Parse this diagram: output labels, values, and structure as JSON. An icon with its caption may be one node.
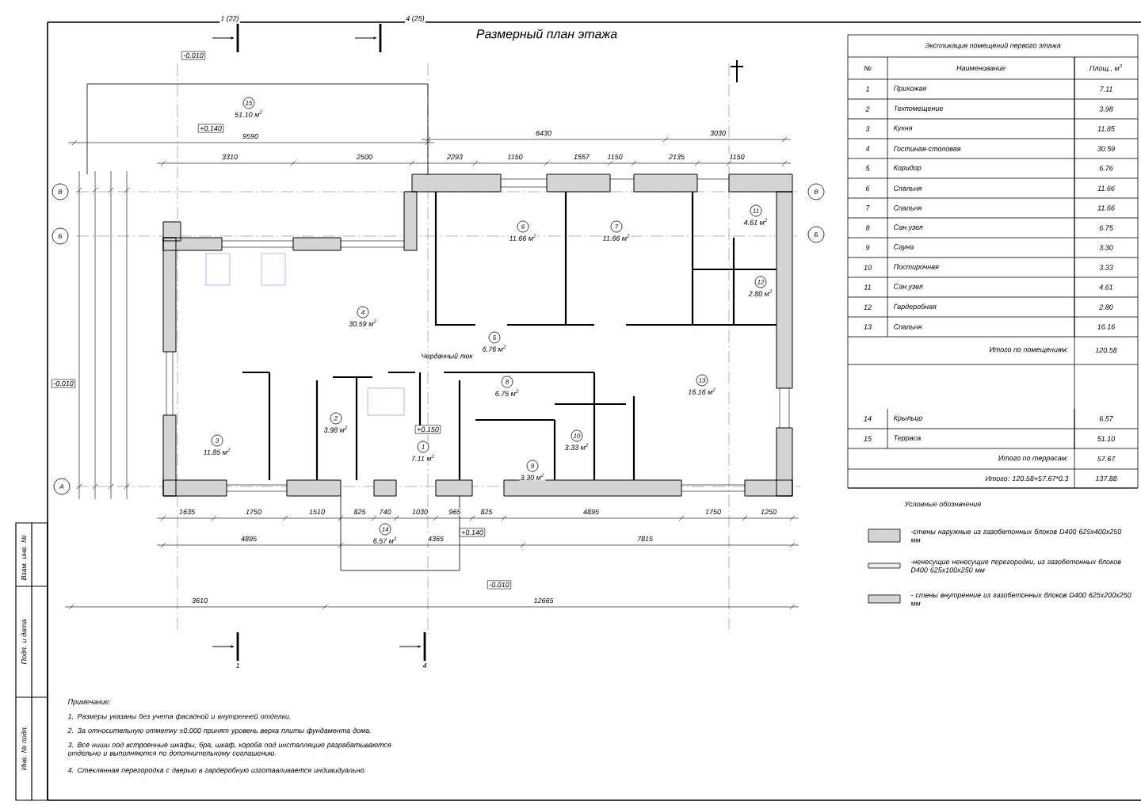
{
  "diagram": {
    "title": "Размерный план этажа",
    "nodes": [
      {
        "text": [
          "1"
        ],
        "beside": [
          "7.11 м$^{2}$"
        ]
      },
      {
        "text": [
          "2"
        ],
        "beside": [
          "3.98 м$^{2}$"
        ]
      },
      {
        "text": [
          "3"
        ],
        "beside": [
          "11.85 м$^{2}$"
        ]
      },
      {
        "text": [
          "4"
        ],
        "beside": [
          "30.59 м$^{2}$"
        ]
      },
      {
        "text": [
          "5"
        ],
        "beside": [
          "6.76 м$^{2}$"
        ]
      },
      {
        "text": [
          "6"
        ],
        "beside": [
          "11.66 м$^{2}$"
        ]
      },
      {
        "text": [
          "7"
        ],
        "beside": [
          "11.66 м$^{2}$"
        ]
      },
      {
        "text": [
          "8"
        ],
        "beside": [
          "6.75 м$^{2}$"
        ]
      },
      {
        "text": [
          "9"
        ],
        "beside": [
          "3.30 м$^{2}$"
        ]
      },
      {
        "text": [
          "10"
        ],
        "beside": [
          "3.33 м$^{2}$"
        ]
      },
      {
        "text": [
          "11"
        ],
        "beside": [
          "4.61 м$^{2}$"
        ]
      },
      {
        "text": [
          "12"
        ],
        "beside": [
          "2.80 м$^{2}$"
        ]
      },
      {
        "text": [
          "13"
        ],
        "beside": [
          "16.16 м$^{2}$"
        ]
      },
      {
        "text": [
          "14"
        ],
        "beside": [
          "6.57 м$^{2}$"
        ]
      },
      {
        "text": [
          "15"
        ],
        "beside": [
          "51.10 м$^{2}$"
        ]
      },
      {
        "text": [
          "В"
        ]
      },
      {
        "text": [
          "Б"
        ]
      },
      {
        "text": [
          "А"
        ]
      },
      {
        "text": [
          "В"
        ]
      },
      {
        "text": [
          "Б"
        ]
      }
    ],
    "labels": [
      "1 (22)",
      "4 (25)",
      "-0.010",
      "9590",
      "+0.140",
      "6430",
      "3030",
      "3310",
      "2500",
      "2293",
      "1150",
      "1557",
      "1150",
      "2135",
      "1150",
      "Чердачный люк",
      "-0.010",
      "+0.150",
      "1635",
      "1750",
      "1510",
      "825",
      "740",
      "1030",
      "965",
      "825",
      "4895",
      "1750",
      "1250",
      "+0.140",
      "4895",
      "4365",
      "7815",
      "-0.010",
      "3610",
      "12665",
      "1",
      "4",
      "Экспликация помещений первого этажа",
      "№",
      "Наименование",
      "Площ., м$^{2}$",
      "1",
      "Прихожая",
      "7.11",
      "2",
      "Техпомещение",
      "3.98",
      "3",
      "Кухня",
      "11.85",
      "4",
      "Гостиная-столовая",
      "30.59",
      "5",
      "Коридор",
      "6.76",
      "6",
      "Спальня",
      "11.66",
      "7",
      "Спальня",
      "11.66",
      "8",
      "Сан.узел",
      "6.75",
      "9",
      "Сауна",
      "3.30",
      "10",
      "Постирочная",
      "3.33",
      "11",
      "Сан.узел",
      "4.61",
      "12",
      "Гардеробная",
      "2.80",
      "13",
      "Спальня",
      "16.16",
      "Итого по помещениям:",
      "120.58",
      "14",
      "Крыльцо",
      "6.57",
      "15",
      "Терраса",
      "51.10",
      "Итого по террасам:",
      "57.67",
      "Итого: 120.58+57.67*0.3",
      "137.88",
      "Условные обозначения",
      "Примечание:",
      "1. Размеры указаны без учета фасадной и внутренней отделки.",
      "2. За относительную отметку ±0,000 принят уровень верха плиты фундамента дома.",
      "3. Все ниши под встроенные шкафы, бра, шкаф, короба под инсталляцию разрабатываются отдельно и выполняются по дополнительному соглашению.",
      "4. Стеклянная перегородка с дверью в гардеробную изготавливается индивидуально.",
      "Взам. инв. №",
      "Подп. и дата",
      "Инв. № подл."
    ],
    "legend": [
      {
        "text": "-стены наружные из газобетонных блоков D400 625х400х250 мм",
        "color": "#d4d4d4"
      },
      {
        "text": "-ненесущие ненесущие перегородки, из газобетонных блоков D400 625х100х250 мм",
        "color": "#eeeeee"
      },
      {
        "text": "- стены внутренние из газобетонных блоков D400 625х200х250 мм",
        "color": "#d4d4d4"
      }
    ]
  }
}
